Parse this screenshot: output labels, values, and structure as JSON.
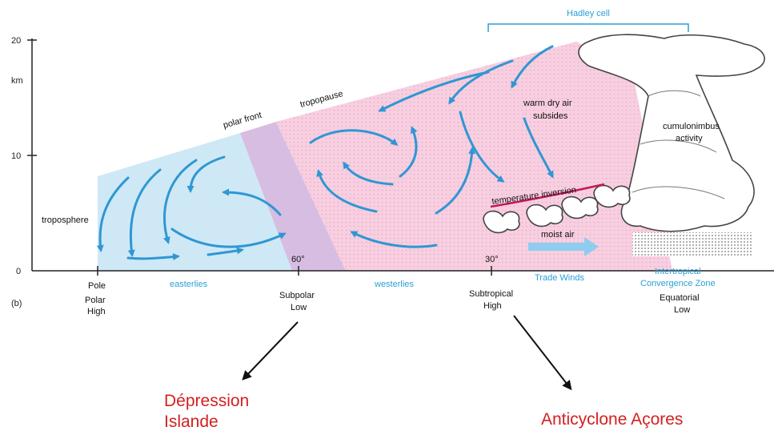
{
  "axis": {
    "unit": "km",
    "ticks": [
      "20",
      "10",
      "0"
    ],
    "panel_label": "(b)"
  },
  "latitudes": {
    "pole": "Pole",
    "lat60": "60°",
    "lat30": "30°"
  },
  "pressure_labels": {
    "polar_high": [
      "Polar",
      "High"
    ],
    "subpolar_low": [
      "Subpolar",
      "Low"
    ],
    "subtropical_high": [
      "Subtropical",
      "High"
    ],
    "equatorial_low": [
      "Equatorial",
      "Low"
    ]
  },
  "wind_labels": {
    "easterlies": "easterlies",
    "westerlies": "westerlies",
    "trade_winds": "Trade Winds",
    "itcz": [
      "Intertropical",
      "Convergence Zone"
    ],
    "hadley_cell": "Hadley cell"
  },
  "annotations": {
    "troposphere": "troposphere",
    "polar_front": "polar front",
    "tropopause": "tropopause",
    "warm_dry_air": [
      "warm dry air",
      "subsides"
    ],
    "cumulonimbus": [
      "cumulonimbus",
      "activity"
    ],
    "temperature_inversion": "temperature inversion",
    "moist_air": "moist air"
  },
  "callouts": {
    "depression": [
      "Dépression",
      "Islande"
    ],
    "anticyclone": "Anticyclone Açores"
  },
  "colors": {
    "polar_cell": "#cfe8f6",
    "front_band": "#c9a7d8",
    "warm_region": "#f7cfe0",
    "arrow_blue": "#2f97d3",
    "label_blue": "#2a9fd6",
    "callout_red": "#d42020",
    "inversion_line": "#c2185b"
  }
}
